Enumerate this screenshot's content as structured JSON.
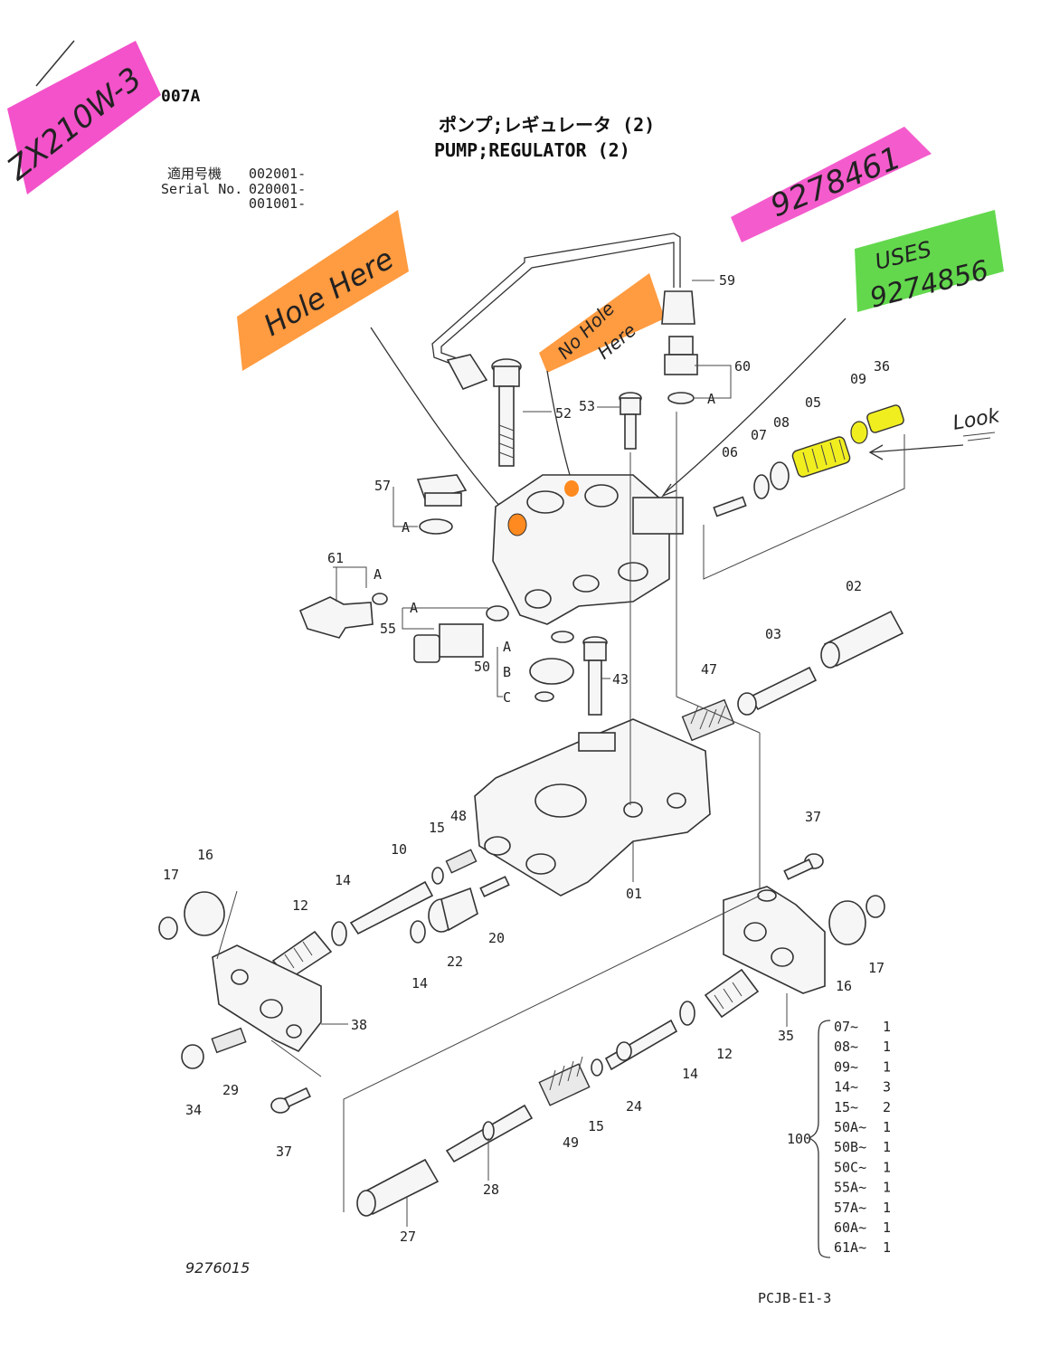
{
  "doc": {
    "code": "007A",
    "title_jp": "ポンプ;レギュレータ (2)",
    "title_en": "PUMP;REGULATOR (2)",
    "serial_label_jp": "適用号機",
    "serial_label_en": "Serial No.",
    "serials": [
      "002001-",
      "020001-",
      "001001-"
    ],
    "figure_no": "9276015",
    "page_code": "PCJB-E1-3"
  },
  "annotations": {
    "model": "ZX210W-3",
    "part_no": "9278461",
    "uses_label": "USES",
    "uses_part": "9274856",
    "hole_here": "Hole Here",
    "no_hole_1": "No Hole",
    "no_hole_2": "Here",
    "look": "Look"
  },
  "colors": {
    "pink": "#f23fc4",
    "orange": "#ff8a1f",
    "green": "#52d43a",
    "yellow": "#f1ee20"
  },
  "callouts": {
    "n59": "59",
    "n60": "60",
    "a60": "A",
    "n52": "52",
    "n53": "53",
    "n06": "06",
    "n07": "07",
    "n08": "08",
    "n05": "05",
    "n09": "09",
    "n36": "36",
    "n57": "57",
    "a57": "A",
    "n61": "61",
    "a61": "A",
    "a55": "A",
    "n55": "55",
    "n02": "02",
    "n03": "03",
    "n47": "47",
    "n50": "50",
    "a50": "A",
    "b50": "B",
    "c50": "C",
    "n43": "43",
    "n16": "16",
    "n17": "17",
    "n12": "12",
    "n14": "14",
    "n10": "10",
    "n15": "15",
    "n48": "48",
    "n01": "01",
    "n22": "22",
    "n14b": "14",
    "n20": "20",
    "n37": "37",
    "n16b": "16",
    "n17b": "17",
    "n38": "38",
    "n29": "29",
    "n34": "34",
    "n37b": "37",
    "n12b": "12",
    "n35": "35",
    "n14c": "14",
    "n24": "24",
    "n15b": "15",
    "n49": "49",
    "n28": "28",
    "n27": "27"
  },
  "kit": {
    "label": "100",
    "items": [
      {
        "code": "07",
        "qty": "1"
      },
      {
        "code": "08",
        "qty": "1"
      },
      {
        "code": "09",
        "qty": "1"
      },
      {
        "code": "14",
        "qty": "3"
      },
      {
        "code": "15",
        "qty": "2"
      },
      {
        "code": "50A",
        "qty": "1"
      },
      {
        "code": "50B",
        "qty": "1"
      },
      {
        "code": "50C",
        "qty": "1"
      },
      {
        "code": "55A",
        "qty": "1"
      },
      {
        "code": "57A",
        "qty": "1"
      },
      {
        "code": "60A",
        "qty": "1"
      },
      {
        "code": "61A",
        "qty": "1"
      }
    ]
  }
}
